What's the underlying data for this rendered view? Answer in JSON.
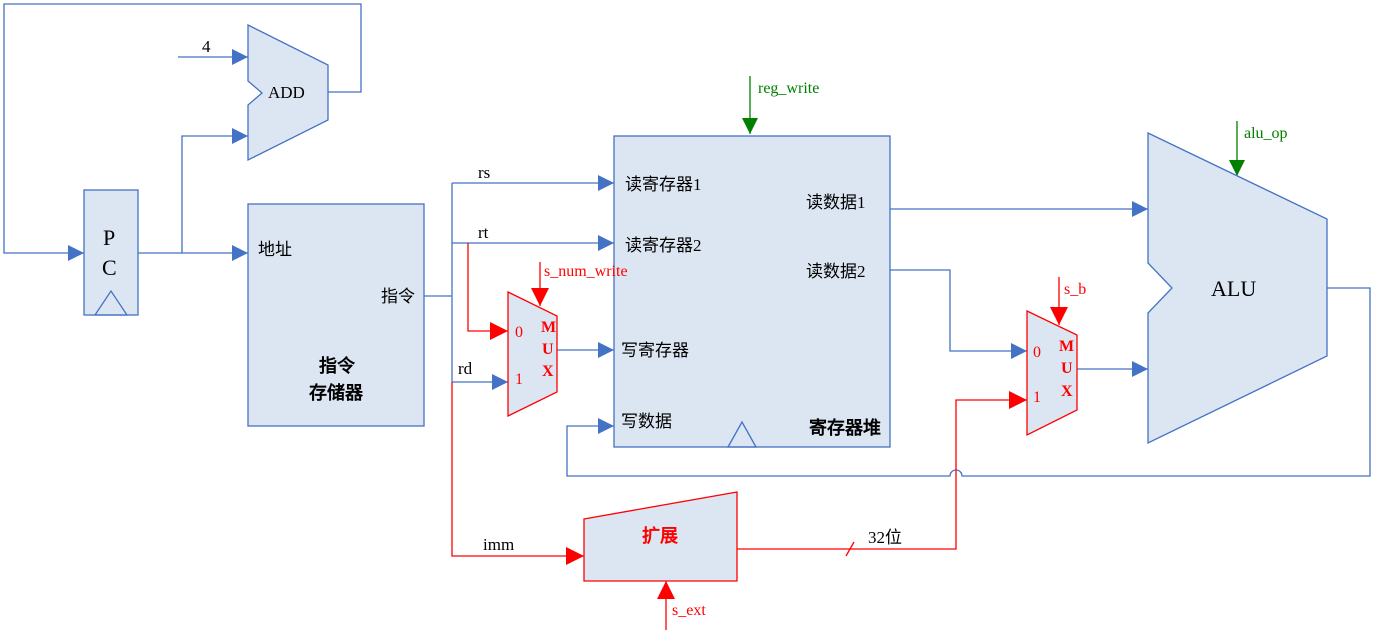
{
  "colors": {
    "wire": "#4472C4",
    "block_fill": "#DCE6F2",
    "block_stroke": "#4472C4",
    "control_red": "#FF0000",
    "control_green": "#008000"
  },
  "blocks": {
    "pc": {
      "line1": "P",
      "line2": "C"
    },
    "adder": {
      "label": "ADD",
      "const_input": "4"
    },
    "imem": {
      "addr_port": "地址",
      "instr_port": "指令",
      "title_line1": "指令",
      "title_line2": "存储器"
    },
    "regfile": {
      "read_reg1": "读寄存器1",
      "read_reg2": "读寄存器2",
      "write_reg": "写寄存器",
      "write_data": "写数据",
      "read_data1": "读数据1",
      "read_data2": "读数据2",
      "title": "寄存器堆"
    },
    "alu": {
      "label": "ALU"
    },
    "ext": {
      "label": "扩展"
    }
  },
  "mux1": {
    "letters": [
      "M",
      "U",
      "X"
    ],
    "in0": "0",
    "in1": "1"
  },
  "mux2": {
    "letters": [
      "M",
      "U",
      "X"
    ],
    "in0": "0",
    "in1": "1"
  },
  "signals": {
    "rs": "rs",
    "rt": "rt",
    "rd": "rd",
    "imm": "imm",
    "ext_width": "32位"
  },
  "controls": {
    "reg_write": "reg_write",
    "alu_op": "alu_op",
    "s_num_write": "s_num_write",
    "s_b": "s_b",
    "s_ext": "s_ext"
  }
}
